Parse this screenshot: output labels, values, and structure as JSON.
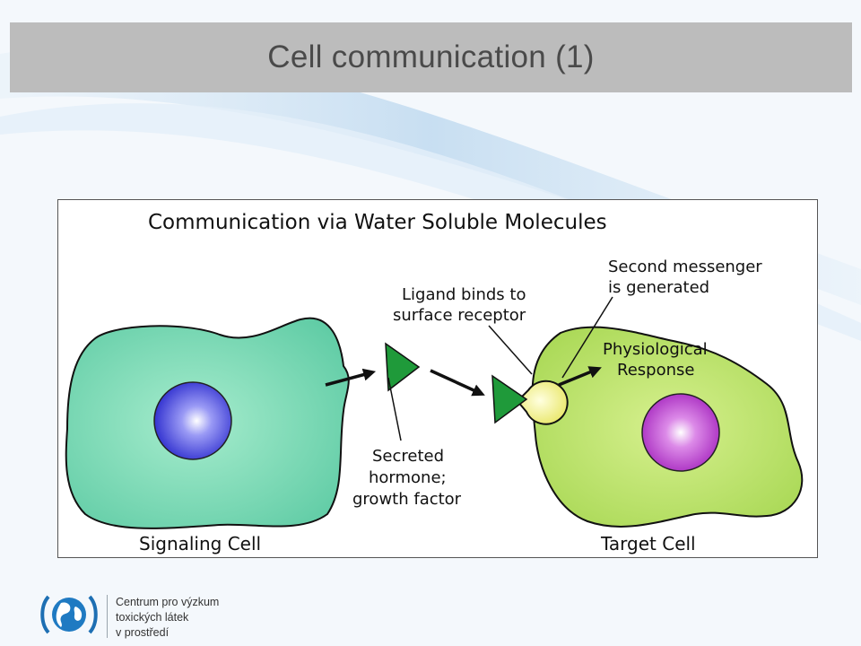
{
  "slide": {
    "title": "Cell communication (1)"
  },
  "diagram": {
    "heading": "Communication via Water Soluble Molecules",
    "signaling_cell_label": "Signaling Cell",
    "target_cell_label": "Target Cell",
    "ligand_label": [
      "Ligand binds to",
      "surface receptor"
    ],
    "second_messenger_label": [
      "Second messenger",
      "is generated"
    ],
    "response_label": [
      "Physiological",
      "Response"
    ],
    "hormone_label": [
      "Secreted",
      "hormone;",
      "growth factor"
    ],
    "colors": {
      "signaling_cell": "#6fd3b0",
      "target_cell": "#b6e063",
      "signaling_nucleus": "#4444dd",
      "target_nucleus": "#b23ccc",
      "ligand": "#1f9a3a",
      "receptor": "#f4f28a"
    }
  },
  "logo": {
    "lines": [
      "Centrum pro výzkum",
      "toxických látek",
      "v prostředí"
    ]
  }
}
